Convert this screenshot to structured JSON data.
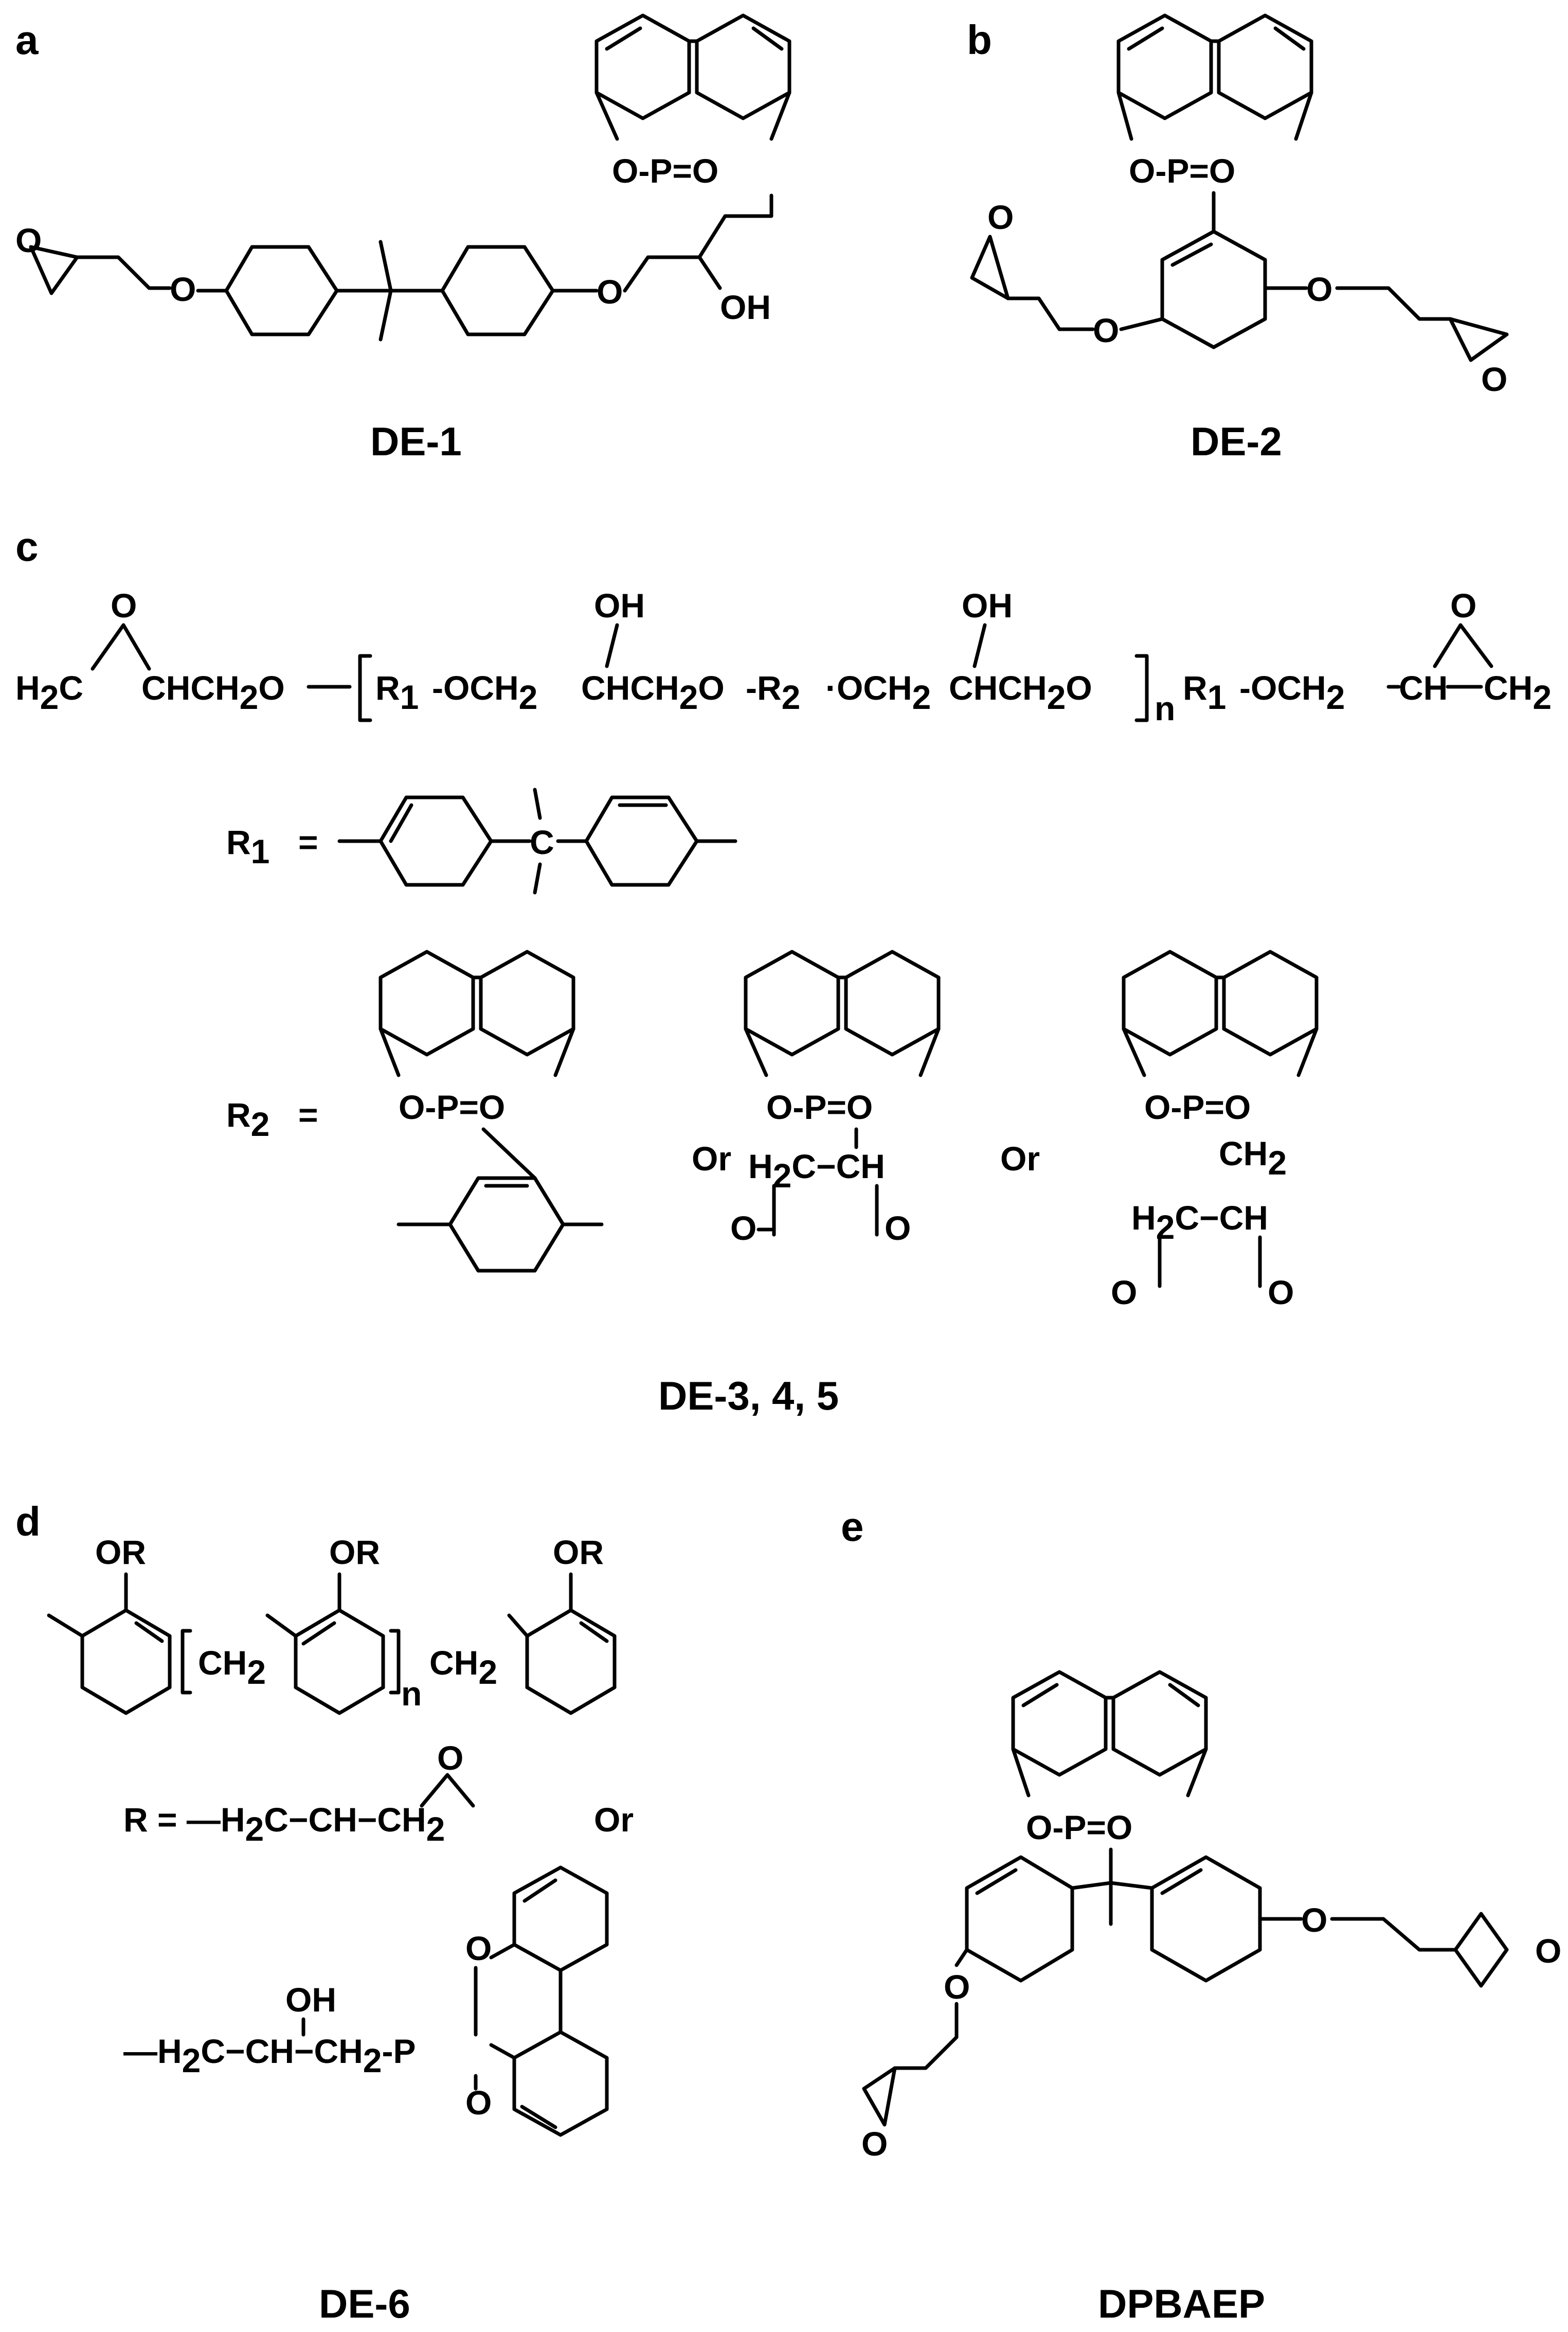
{
  "panels": {
    "a": {
      "letter": "a",
      "name": "DE-1",
      "atoms": {
        "o_ring": "O-P=O",
        "o_epox": "O",
        "o1": "O",
        "o2": "O",
        "oh": "OH"
      }
    },
    "b": {
      "letter": "b",
      "name": "DE-2",
      "atoms": {
        "o_ring": "O-P=O",
        "o_epox1": "O",
        "o1": "O",
        "o2": "O",
        "o_epox2": "O"
      }
    },
    "c": {
      "letter": "c",
      "name": "DE-3, 4, 5",
      "chain": {
        "h2c": "H",
        "h2c_sub": "2",
        "h2c_c": "C",
        "o_epox_l": "O",
        "chch2o": "CHCH",
        "chch2o_sub": "2",
        "chch2o_o": "O",
        "r1a": "R",
        "r1a_sub": "1",
        "och2a": "-OCH",
        "och2a_sub": "2",
        "oh1": "OH",
        "chch2o_a": "CHCH",
        "chch2o_a_sub": "2",
        "chch2o_a_o": "O",
        "r2": "-R",
        "r2_sub": "2",
        "och2b": "·OCH",
        "och2b_sub": "2",
        "oh2": "OH",
        "chch2o_b": "CHCH",
        "chch2o_b_sub": "2",
        "chch2o_b_o": "O",
        "n": "n",
        "r1b": "R",
        "r1b_sub": "1",
        "och2c": "-OCH",
        "och2c_sub": "2",
        "ch": "CH",
        "o_epox_r": "O",
        "ch2_end": "CH",
        "ch2_end_sub": "2"
      },
      "r1": {
        "label": "R",
        "label_sub": "1",
        "eq": "=",
        "c": "C"
      },
      "r2": {
        "label": "R",
        "label_sub": "2",
        "eq": "=",
        "opt1": "O-P=O",
        "or1": "Or",
        "opt2": {
          "opo": "O-P=O",
          "h2c": "H",
          "h2c_sub": "2",
          "h2c_c": "C−CH",
          "o_l": "O",
          "o_r": "O"
        },
        "or2": "Or",
        "opt3": {
          "opo": "O-P=O",
          "ch2": "CH",
          "ch2_sub": "2",
          "h2c": "H",
          "h2c_sub": "2",
          "h2c_c": "C−CH",
          "o_l": "O",
          "o_r": "O"
        }
      }
    },
    "d": {
      "letter": "d",
      "name": "DE-6",
      "novolac": {
        "or1": "OR",
        "or2": "OR",
        "or3": "OR",
        "ch2a": "CH",
        "ch2a_sub": "2",
        "n": "n",
        "ch2b": "CH",
        "ch2b_sub": "2"
      },
      "r_def": {
        "label": "R  =  —H",
        "label_sub": "2",
        "label_c": "C−CH−CH",
        "ch2_sub": "2",
        "o_epox": "O",
        "or": "Or",
        "alt_h2c": "—H",
        "alt_h2c_sub": "2",
        "alt_c": "C−CH−CH",
        "alt_ch2_sub": "2",
        "alt_p": "-P",
        "alt_oh": "OH",
        "alt_o": "O",
        "alt_po": "O"
      }
    },
    "e": {
      "letter": "e",
      "name": "DPBAEP",
      "atoms": {
        "o_ring": "O-P=O",
        "o1": "O",
        "o2": "O",
        "o_epox1": "O",
        "o_epox2": "O"
      }
    }
  }
}
